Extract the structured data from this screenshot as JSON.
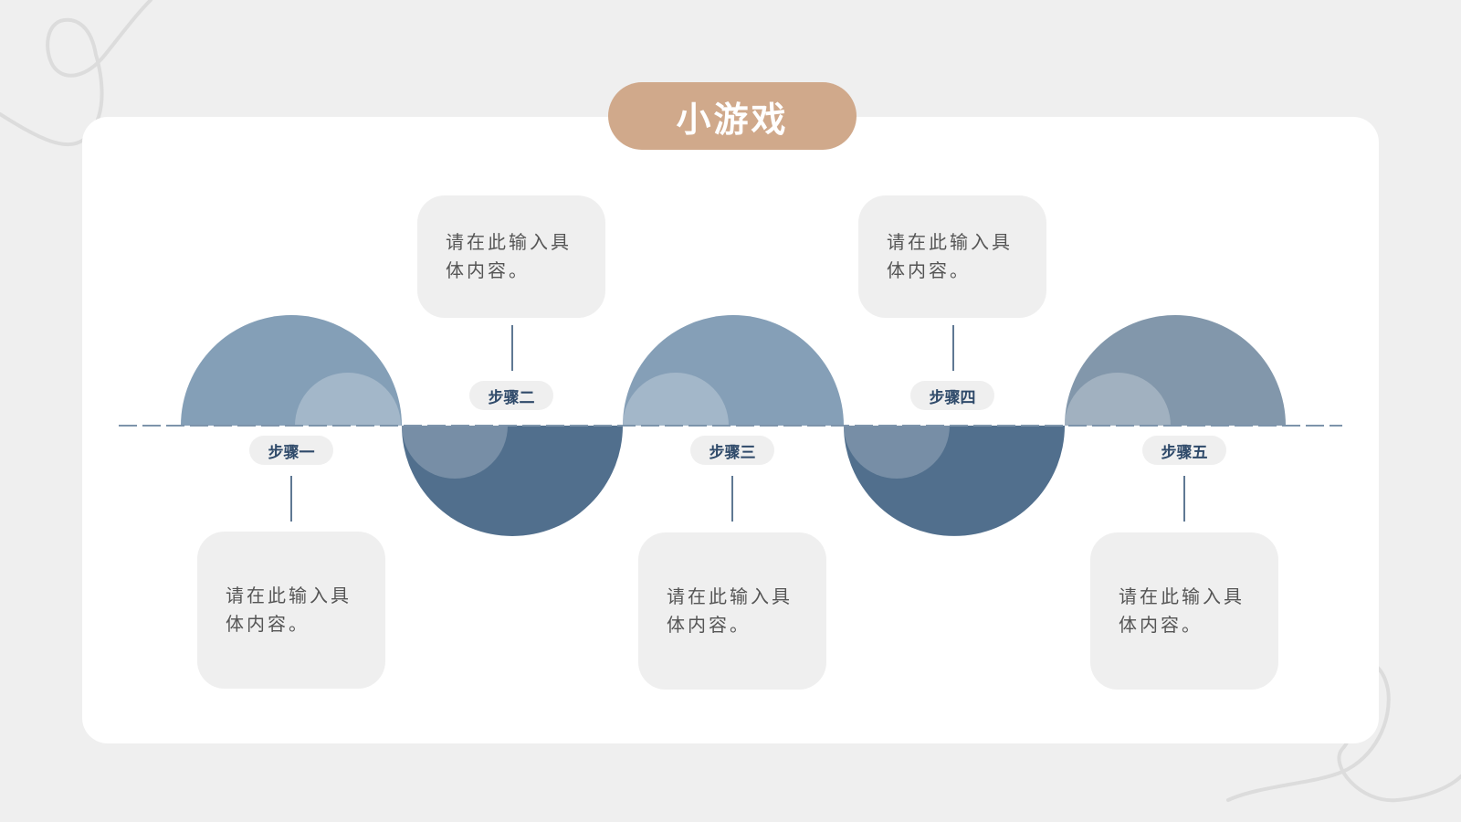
{
  "title": "小游戏",
  "colors": {
    "background": "#efefef",
    "card": "#ffffff",
    "title_pill": "#d0a98b",
    "upper_dome_1": "#849fb7",
    "upper_dome_2": "#859fb7",
    "upper_dome_3": "#8297ab",
    "lower_dome": "#516f8d",
    "dashed_line": "#7d94ab"
  },
  "steps": [
    {
      "label": "步骤一",
      "text": "请在此输入具体内容。",
      "position": "below"
    },
    {
      "label": "步骤二",
      "text": "请在此输入具体内容。",
      "position": "above"
    },
    {
      "label": "步骤三",
      "text": "请在此输入具体内容。",
      "position": "below"
    },
    {
      "label": "步骤四",
      "text": "请在此输入具体内容。",
      "position": "above"
    },
    {
      "label": "步骤五",
      "text": "请在此输入具体内容。",
      "position": "below"
    }
  ]
}
